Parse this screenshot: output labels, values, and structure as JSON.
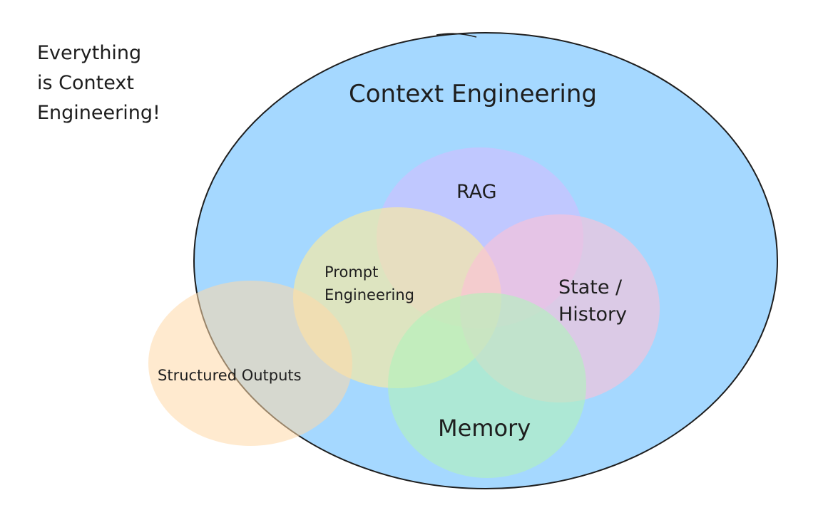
{
  "side_note": {
    "lines": [
      "Everything",
      "is Context",
      "Engineering!"
    ]
  },
  "outer": {
    "label": "Context Engineering",
    "fill": "#a5d8ff",
    "stroke": "#1e1e1e"
  },
  "circles": {
    "rag": {
      "label": "RAG",
      "fill": "#d0bfff"
    },
    "state": {
      "lines": [
        "State /",
        "History"
      ],
      "fill": "#fcc2d7"
    },
    "prompt": {
      "lines": [
        "Prompt",
        "Engineering"
      ],
      "fill": "#ffec99"
    },
    "memory": {
      "label": "Memory",
      "fill": "#b2f2bb"
    },
    "structured": {
      "label": "Structured Outputs",
      "fill": "#ffd8a8"
    }
  },
  "text_color": "#1e1e1e"
}
